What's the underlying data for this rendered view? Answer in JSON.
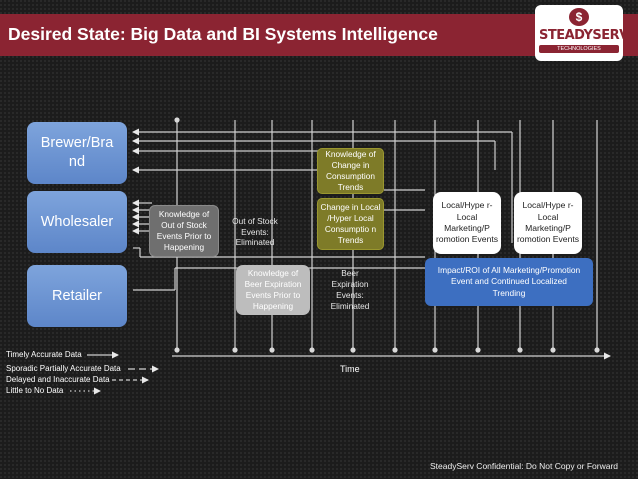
{
  "slide": {
    "title": "Desired State: Big Data and BI Systems Intelligence",
    "logo": {
      "word": "STEADYSERV",
      "sub": "TECHNOLOGIES",
      "badge_glyph": "$"
    },
    "footer": "SteadyServ Confidential:  Do Not Copy or Forward",
    "time_label": "Time"
  },
  "entities": {
    "brewer": "Brewer/Bra nd",
    "wholesaler": "Wholesaler",
    "retailer": "Retailer"
  },
  "nodes": {
    "knowledge_out_of_stock": "Knowledge of Out of Stock Events Prior to Happening",
    "out_of_stock_eliminated": "Out of Stock Events: Eliminated",
    "knowledge_beer_expiration": "Knowledge of Beer Expiration Events Prior to Happening",
    "beer_expiration_eliminated": "Beer Expiration Events: Eliminated",
    "knowledge_change_consumption": "Knowledge of Change in Consumption Trends",
    "change_local_hyper": "Change in Local /Hyper Local Consumptio n Trends",
    "local_hyper_marketing_1": "Local/Hype r-Local Marketing/P romotion Events",
    "local_hyper_marketing_2": "Local/Hype r-Local Marketing/P romotion Events",
    "impact_roi": "Impact/ROI of All Marketing/Promotion Event and Continued Localized Trending"
  },
  "legend": {
    "timely": "Timely Accurate Data",
    "sporadic": "Sporadic Partially Accurate Data",
    "delayed": "Delayed and Inaccurate Data",
    "little": "Little to No Data"
  },
  "colors": {
    "title_bar": "#8b2432",
    "entity_blue": "#6a92d3",
    "olive": "#7e7b28",
    "roi_blue": "#3d6fc1"
  },
  "icons": [
    "dollar-badge-icon",
    "arrow-icon"
  ]
}
